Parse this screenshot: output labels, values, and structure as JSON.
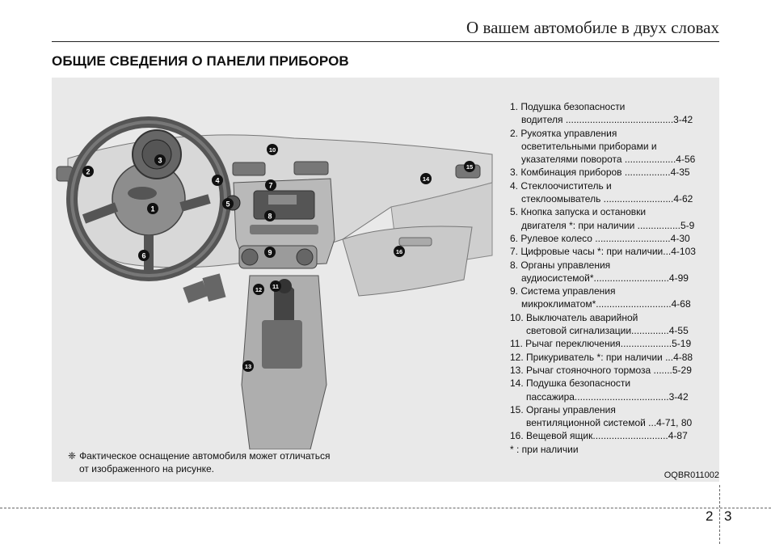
{
  "header": {
    "chapter_title": "О вашем автомобиле в двух словах"
  },
  "section_title": "ОБЩИЕ СВЕДЕНИЯ О ПАНЕЛИ ПРИБОРОВ",
  "legend": [
    {
      "line1": "1. Подушка безопасности",
      "line2": "водителя ........................................3-42"
    },
    {
      "line1": "2. Рукоятка управления",
      "line2": "осветительными приборами и",
      "line3": "указателями поворота ...................4-56"
    },
    {
      "line1": "3. Комбинация приборов .................4-35"
    },
    {
      "line1": "4. Стеклоочиститель и",
      "line2": "стеклоомыватель ..........................4-62"
    },
    {
      "line1": "5. Кнопка запуска и остановки",
      "line2": "двигателя *: при наличии ................5-9"
    },
    {
      "line1": "6. Рулевое колесо ............................4-30"
    },
    {
      "line1": "7. Цифровые часы *: при наличии...4-103"
    },
    {
      "line1": "8. Органы управления",
      "line2": "аудиосистемой*............................4-99"
    },
    {
      "line1": "9. Система управления",
      "line2": "микроклиматом*............................4-68"
    },
    {
      "line1": "10. Выключатель аварийной",
      "line2": "световой сигнализации..............4-55"
    },
    {
      "line1": "11. Рычаг переключения...................5-19"
    },
    {
      "line1": "12. Прикуриватель *: при наличии ...4-88"
    },
    {
      "line1": "13. Рычаг стояночного тормоза .......5-29"
    },
    {
      "line1": "14. Подушка безопасности",
      "line2": "пассажира...................................3-42"
    },
    {
      "line1": "15. Органы управления",
      "line2": "вентиляционной системой ...4-71, 80"
    },
    {
      "line1": "16. Вещевой ящик............................4-87"
    },
    {
      "line1": "* : при наличии"
    }
  ],
  "note": {
    "symbol": "❈",
    "line1": "Фактическое оснащение автомобиля может отличаться",
    "line2": "от изображенного на рисунке."
  },
  "figure_code": "OQBR011002",
  "callouts": [
    "1",
    "2",
    "3",
    "4",
    "5",
    "6",
    "7",
    "8",
    "9",
    "10",
    "11",
    "12",
    "13",
    "14",
    "15",
    "16"
  ],
  "page": {
    "left": "2",
    "right": "3"
  }
}
